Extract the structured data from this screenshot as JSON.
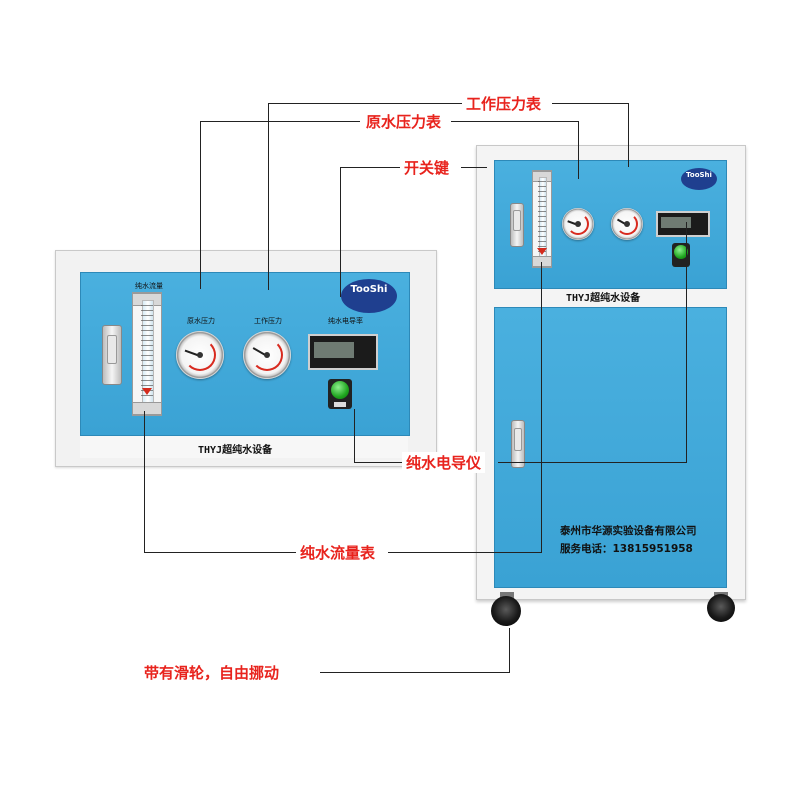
{
  "callouts": {
    "work_pressure_gauge": "工作压力表",
    "raw_pressure_gauge": "原水压力表",
    "switch_key": "开关键",
    "conductivity_meter": "纯水电导仪",
    "flow_meter": "纯水流量表",
    "casters": "带有滑轮，自由挪动"
  },
  "panel": {
    "flow_label": "纯水流量",
    "raw_pressure_label": "原水压力",
    "work_pressure_label": "工作压力",
    "conductivity_label": "纯水电导率",
    "logo_text": "TooShi",
    "strip_label": "THYJ超纯水设备"
  },
  "cabinet": {
    "strip_label": "THYJ超纯水设备",
    "company": "泰州市华源实验设备有限公司",
    "phone": "服务电话：13815951958"
  },
  "colors": {
    "panel_blue": "#3aa2d4",
    "callout_red": "#e8231d",
    "switch_green": "#1fa51f"
  }
}
